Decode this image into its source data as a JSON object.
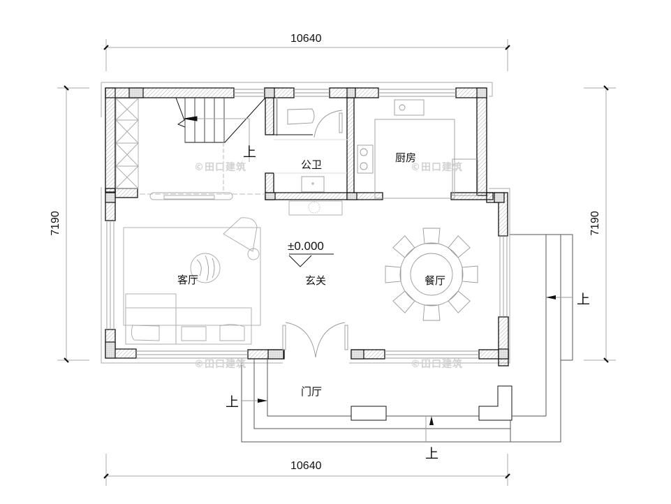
{
  "plan": {
    "dimensions": {
      "top_width": "10640",
      "bottom_width": "10640",
      "left_height": "7190",
      "right_height": "7190"
    },
    "rooms": {
      "stair_up": "上",
      "bathroom": "公卫",
      "kitchen": "厨房",
      "living_room": "客厅",
      "entrance": "玄关",
      "dining_room": "餐厅",
      "porch": "门厅"
    },
    "level_marker": "±0.000",
    "up_labels": {
      "right_steps": "上",
      "left_steps": "上",
      "bottom_steps": "上"
    },
    "watermark": "©田口建筑",
    "colors": {
      "line": "#111111",
      "wall_hatch": "#888888",
      "thin_line": "#9a9a9a",
      "watermark": "#d2d2d2"
    }
  }
}
